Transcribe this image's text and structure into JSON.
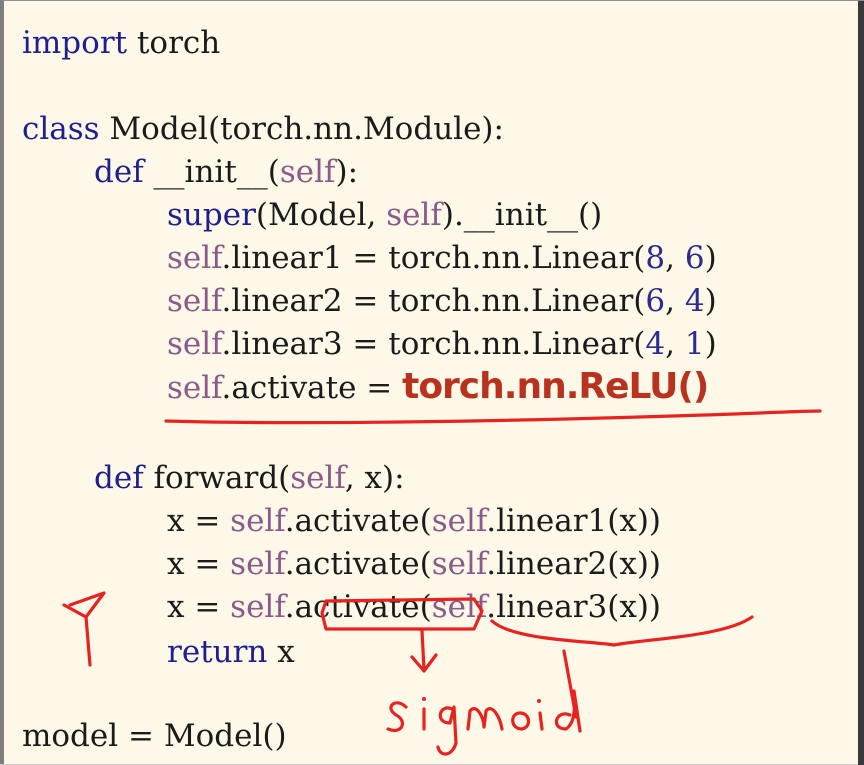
{
  "code": {
    "line1": {
      "kw": "import",
      "rest": " torch"
    },
    "line2": {
      "kw": "class",
      "rest": " Model(torch.nn.Module):"
    },
    "line3": {
      "kw": "def",
      "mid": " __init__(",
      "self": "self",
      "end": "):"
    },
    "line4": {
      "kw": "super",
      "a": "(Model, ",
      "self": "self",
      "b": ").__init__()"
    },
    "line5": {
      "self": "self",
      "a": ".linear1 = torch.nn.Linear(",
      "n1": "8",
      "sep": ", ",
      "n2": "6",
      "end": ")"
    },
    "line6": {
      "self": "self",
      "a": ".linear2 = torch.nn.Linear(",
      "n1": "6",
      "sep": ", ",
      "n2": "4",
      "end": ")"
    },
    "line7": {
      "self": "self",
      "a": ".linear3 = torch.nn.Linear(",
      "n1": "4",
      "sep": ", ",
      "n2": "1",
      "end": ")"
    },
    "line8": {
      "self": "self",
      "a": ".activate = ",
      "relu": "torch.nn.ReLU()"
    },
    "line9": {
      "kw": "def",
      "mid": " forward(",
      "self": "self",
      "end": ", x):"
    },
    "line10": {
      "a": "x = ",
      "self1": "self",
      "b": ".activate(",
      "self2": "self",
      "c": ".linear1(x))"
    },
    "line11": {
      "a": "x = ",
      "self1": "self",
      "b": ".activate(",
      "self2": "self",
      "c": ".linear2(x))"
    },
    "line12": {
      "a": "x = ",
      "self1": "self",
      "b": ".activate(",
      "self2": "self",
      "c": ".linear3(x))"
    },
    "line13": {
      "kw": "return",
      "rest": " x"
    },
    "line14": {
      "rest": "model = Model()"
    }
  },
  "annotations": {
    "handwritten_note": "sigmoid",
    "colors": {
      "ink": "#e8231f",
      "keyword": "#1f1f8f",
      "self": "#8a5a8a",
      "relu": "#b9321e",
      "background": "#fdf8e8"
    }
  }
}
